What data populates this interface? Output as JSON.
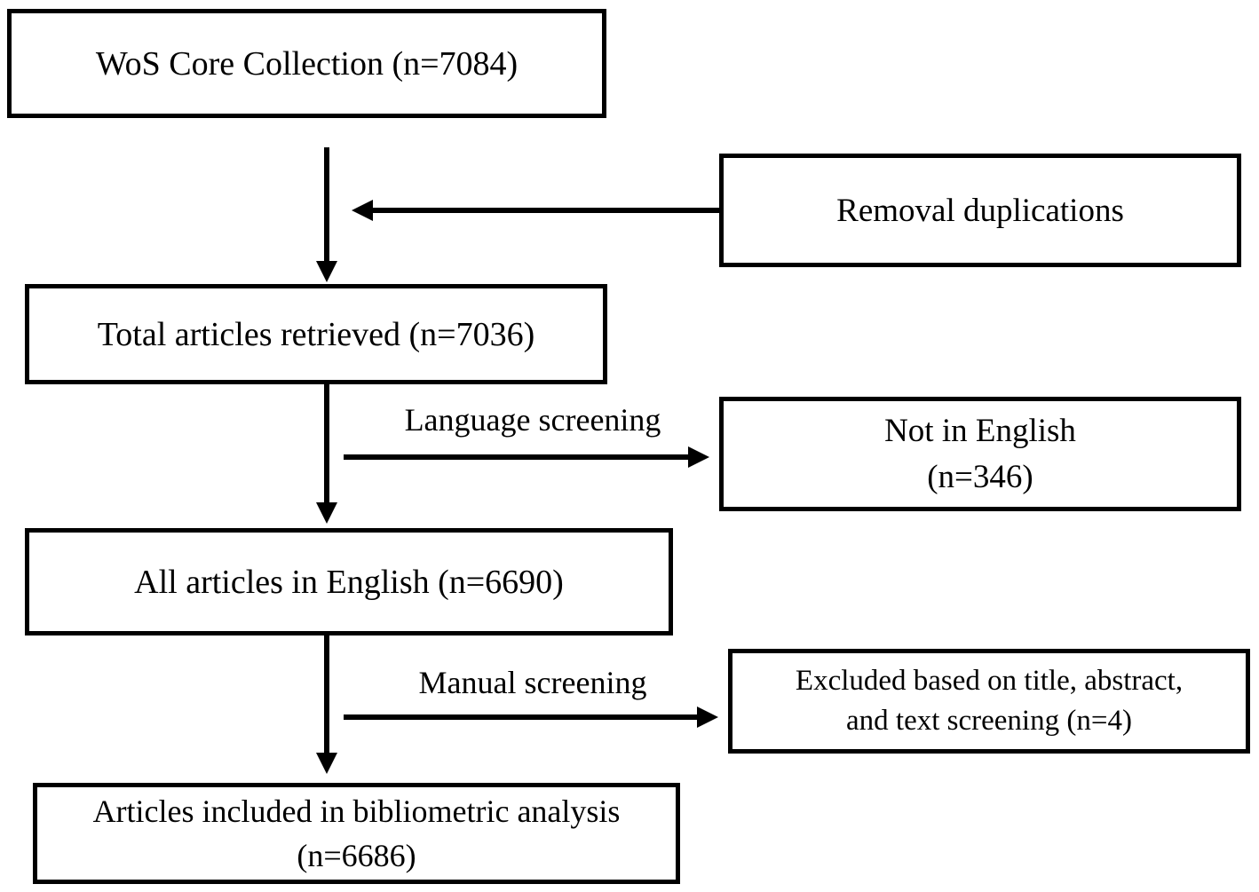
{
  "boxes": {
    "wos": "WoS Core Collection (n=7084)",
    "removal": "Removal duplications",
    "total": "Total articles retrieved (n=7036)",
    "not_english": "Not in English\n(n=346)",
    "english": "All articles in English (n=6690)",
    "excluded": "Excluded based on title, abstract,\nand text screening (n=4)",
    "included": "Articles included in bibliometric analysis\n(n=6686)"
  },
  "arrow_labels": {
    "language_screening": "Language screening",
    "manual_screening": "Manual screening"
  },
  "colors": {
    "line": "#000000",
    "text": "#000000",
    "background": "#ffffff"
  }
}
